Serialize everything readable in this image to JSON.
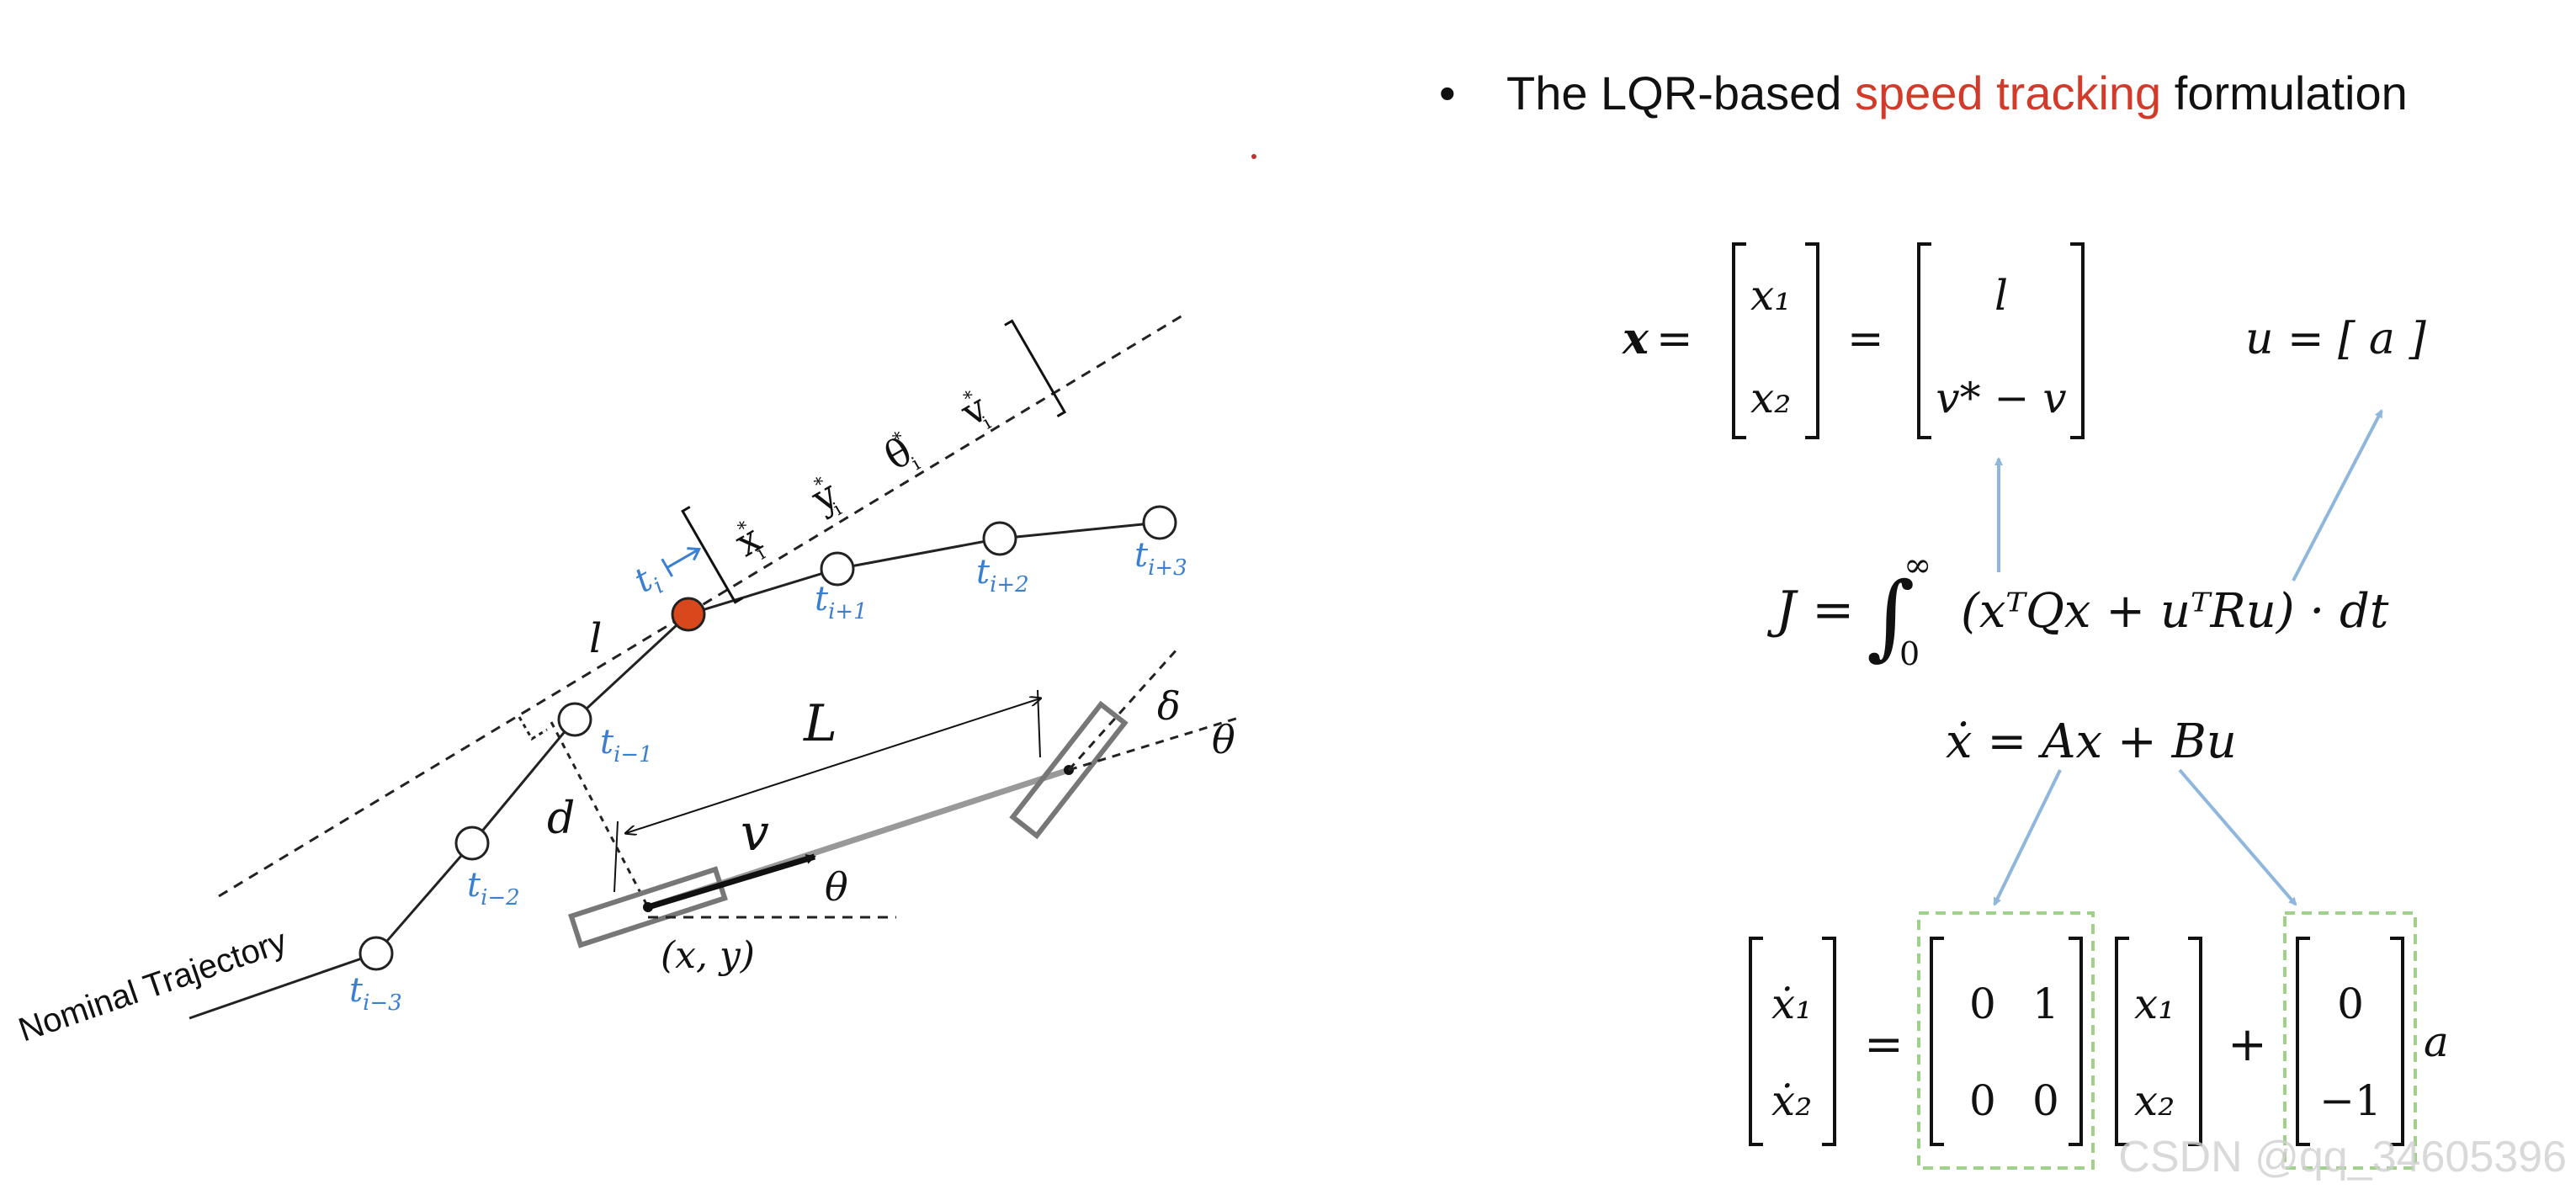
{
  "heading": {
    "bullet": "•",
    "prefix": "The LQR-based ",
    "highlight": "speed tracking",
    "suffix": " formulation",
    "highlight_color": "#d23a2a"
  },
  "diagram": {
    "trajectory_label": "Nominal Trajectory",
    "time_labels": [
      "t_{i-3}",
      "t_{i-2}",
      "t_{i-1}",
      "t_{i+1}",
      "t_{i+2}",
      "t_{i+3}"
    ],
    "ti_label": "t_i",
    "state_vector": [
      "x*_i",
      "y*_i",
      "θ*_i",
      "v*_i"
    ],
    "symbols": {
      "l": "l",
      "d": "d",
      "L": "L",
      "v": "v",
      "theta": "θ",
      "delta": "δ",
      "xy": "(x, y)"
    },
    "colors": {
      "time_label": "#3a7fd0",
      "active_point": "#d9481c",
      "arrow": "#8fb6dc",
      "box": "#9fd18a"
    }
  },
  "equations": {
    "state": {
      "lhs": "x =",
      "vec1": [
        "x₁",
        "x₂"
      ],
      "eq": "=",
      "vec2": [
        "l",
        "v* − v"
      ]
    },
    "control": "u = [ a ]",
    "cost": {
      "J": "J =",
      "integrand": "(xᵀQx + uᵀRu) · dt",
      "upper": "∞",
      "lower": "0"
    },
    "dynamics": "ẋ = Ax + Bu",
    "matrix_eq": {
      "lhs": [
        "ẋ₁",
        "ẋ₂"
      ],
      "eq": "=",
      "A": [
        [
          "0",
          "1"
        ],
        [
          "0",
          "0"
        ]
      ],
      "x": [
        "x₁",
        "x₂"
      ],
      "plus": "+",
      "B": [
        "0",
        "−1"
      ],
      "a": "a"
    }
  },
  "watermark": "CSDN @qq_34605396"
}
